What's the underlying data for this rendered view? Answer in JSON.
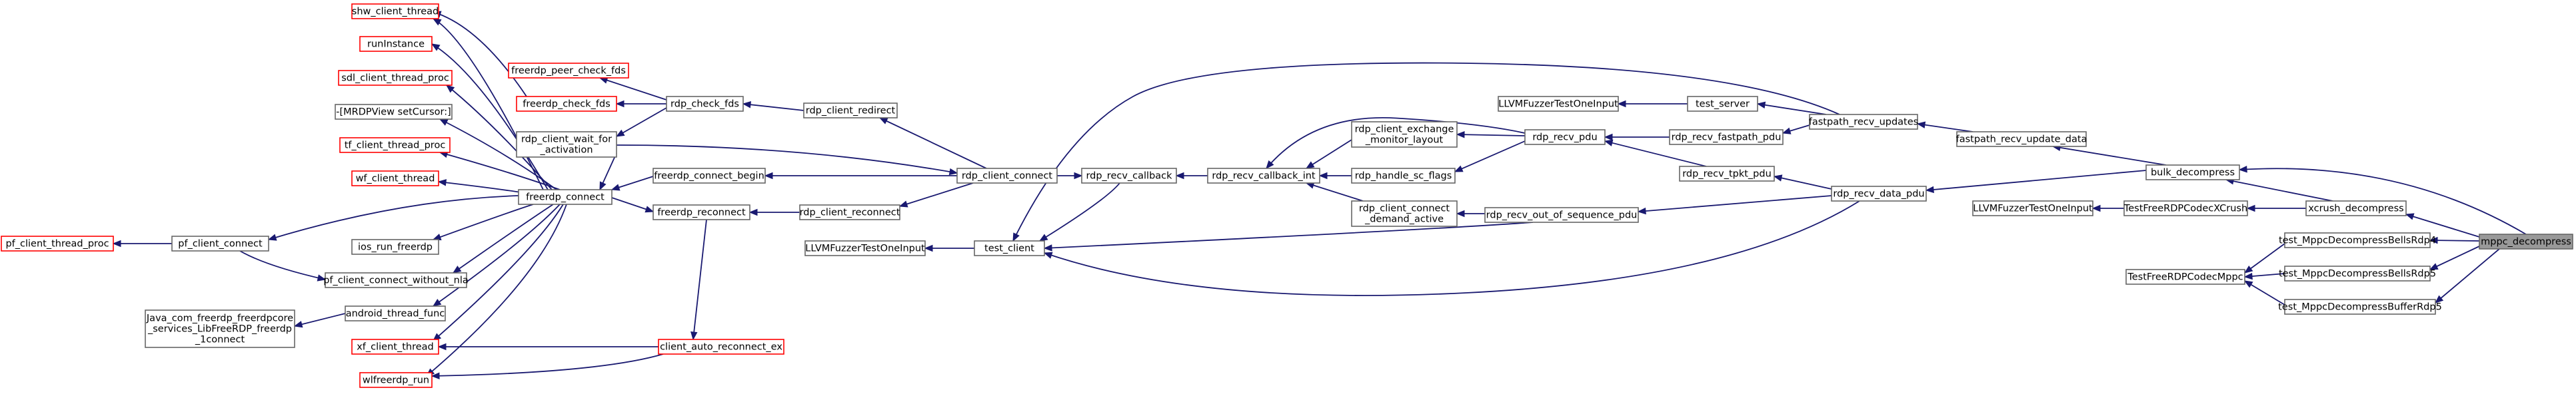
{
  "colors": {
    "edge": "#191970",
    "box_border": "#666666",
    "truncated_border": "#ff0000",
    "focus_fill": "#999999",
    "background": "#ffffff"
  },
  "nodes": [
    {
      "id": "shw_client_thread",
      "lines": [
        "shw_client_thread"
      ],
      "red": true
    },
    {
      "id": "runInstance",
      "lines": [
        "runInstance"
      ],
      "red": true
    },
    {
      "id": "sdl_client_thread_proc",
      "lines": [
        "sdl_client_thread_proc"
      ],
      "red": true
    },
    {
      "id": "mrdpview_setcursor",
      "lines": [
        "-[MRDPView setCursor:]"
      ],
      "red": false
    },
    {
      "id": "tf_client_thread_proc",
      "lines": [
        "tf_client_thread_proc"
      ],
      "red": true
    },
    {
      "id": "wf_client_thread",
      "lines": [
        "wf_client_thread"
      ],
      "red": true
    },
    {
      "id": "pf_client_thread_proc",
      "lines": [
        "pf_client_thread_proc"
      ],
      "red": true
    },
    {
      "id": "pf_client_connect",
      "lines": [
        "pf_client_connect"
      ],
      "red": false
    },
    {
      "id": "ios_run_freerdp",
      "lines": [
        "ios_run_freerdp"
      ],
      "red": false
    },
    {
      "id": "pf_client_connect_without_nla",
      "lines": [
        "pf_client_connect_without_nla"
      ],
      "red": false
    },
    {
      "id": "java_connect",
      "lines": [
        "Java_com_freerdp_freerdpcore",
        "_services_LibFreeRDP_freerdp",
        "_1connect"
      ],
      "red": false
    },
    {
      "id": "android_thread_func",
      "lines": [
        "android_thread_func"
      ],
      "red": false
    },
    {
      "id": "xf_client_thread",
      "lines": [
        "xf_client_thread"
      ],
      "red": true
    },
    {
      "id": "wlfreerdp_run",
      "lines": [
        "wlfreerdp_run"
      ],
      "red": true
    },
    {
      "id": "freerdp_peer_check_fds",
      "lines": [
        "freerdp_peer_check_fds"
      ],
      "red": true
    },
    {
      "id": "freerdp_check_fds",
      "lines": [
        "freerdp_check_fds"
      ],
      "red": true
    },
    {
      "id": "rdp_client_wait_for_activation",
      "lines": [
        "rdp_client_wait_for",
        "_activation"
      ],
      "red": false
    },
    {
      "id": "freerdp_connect",
      "lines": [
        "freerdp_connect"
      ],
      "red": false
    },
    {
      "id": "freerdp_reconnect",
      "lines": [
        "freerdp_reconnect"
      ],
      "red": false
    },
    {
      "id": "client_auto_reconnect_ex",
      "lines": [
        "client_auto_reconnect_ex"
      ],
      "red": true
    },
    {
      "id": "rdp_check_fds",
      "lines": [
        "rdp_check_fds"
      ],
      "red": false
    },
    {
      "id": "freerdp_connect_begin",
      "lines": [
        "freerdp_connect_begin"
      ],
      "red": false
    },
    {
      "id": "rdp_client_redirect",
      "lines": [
        "rdp_client_redirect"
      ],
      "red": false
    },
    {
      "id": "rdp_client_reconnect",
      "lines": [
        "rdp_client_reconnect"
      ],
      "red": false
    },
    {
      "id": "llvm_fuzzer_3",
      "lines": [
        "LLVMFuzzerTestOneInput"
      ],
      "red": false
    },
    {
      "id": "rdp_client_connect",
      "lines": [
        "rdp_client_connect"
      ],
      "red": false
    },
    {
      "id": "test_client",
      "lines": [
        "test_client"
      ],
      "red": false
    },
    {
      "id": "rdp_recv_callback",
      "lines": [
        "rdp_recv_callback"
      ],
      "red": false
    },
    {
      "id": "rdp_recv_callback_int",
      "lines": [
        "rdp_recv_callback_int"
      ],
      "red": false
    },
    {
      "id": "rdp_client_exchange_monitor_layout",
      "lines": [
        "rdp_client_exchange",
        "_monitor_layout"
      ],
      "red": false
    },
    {
      "id": "rdp_handle_sc_flags",
      "lines": [
        "rdp_handle_sc_flags"
      ],
      "red": false
    },
    {
      "id": "rdp_client_connect_demand_active",
      "lines": [
        "rdp_client_connect",
        "_demand_active"
      ],
      "red": false
    },
    {
      "id": "llvm_fuzzer_1",
      "lines": [
        "LLVMFuzzerTestOneInput"
      ],
      "red": false
    },
    {
      "id": "test_server",
      "lines": [
        "test_server"
      ],
      "red": false
    },
    {
      "id": "rdp_recv_pdu",
      "lines": [
        "rdp_recv_pdu"
      ],
      "red": false
    },
    {
      "id": "rdp_recv_fastpath_pdu",
      "lines": [
        "rdp_recv_fastpath_pdu"
      ],
      "red": false
    },
    {
      "id": "rdp_recv_tpkt_pdu",
      "lines": [
        "rdp_recv_tpkt_pdu"
      ],
      "red": false
    },
    {
      "id": "rdp_recv_out_of_sequence_pdu",
      "lines": [
        "rdp_recv_out_of_sequence_pdu"
      ],
      "red": false
    },
    {
      "id": "fastpath_recv_updates",
      "lines": [
        "fastpath_recv_updates"
      ],
      "red": false
    },
    {
      "id": "rdp_recv_data_pdu",
      "lines": [
        "rdp_recv_data_pdu"
      ],
      "red": false
    },
    {
      "id": "fastpath_recv_update_data",
      "lines": [
        "fastpath_recv_update_data"
      ],
      "red": false
    },
    {
      "id": "llvm_fuzzer_2",
      "lines": [
        "LLVMFuzzerTestOneInput"
      ],
      "red": false
    },
    {
      "id": "TestFreeRDPCodecXCrush",
      "lines": [
        "TestFreeRDPCodecXCrush"
      ],
      "red": false
    },
    {
      "id": "TestFreeRDPCodecMppc",
      "lines": [
        "TestFreeRDPCodecMppc"
      ],
      "red": false
    },
    {
      "id": "bulk_decompress",
      "lines": [
        "bulk_decompress"
      ],
      "red": false
    },
    {
      "id": "xcrush_decompress",
      "lines": [
        "xcrush_decompress"
      ],
      "red": false
    },
    {
      "id": "test_bells_rdp4",
      "lines": [
        "test_MppcDecompressBellsRdp4"
      ],
      "red": false
    },
    {
      "id": "test_bells_rdp5",
      "lines": [
        "test_MppcDecompressBellsRdp5"
      ],
      "red": false
    },
    {
      "id": "test_buffer_rdp5",
      "lines": [
        "test_MppcDecompressBufferRdp5"
      ],
      "red": false
    },
    {
      "id": "mppc_decompress",
      "lines": [
        "mppc_decompress"
      ],
      "red": false,
      "focus": true
    }
  ]
}
